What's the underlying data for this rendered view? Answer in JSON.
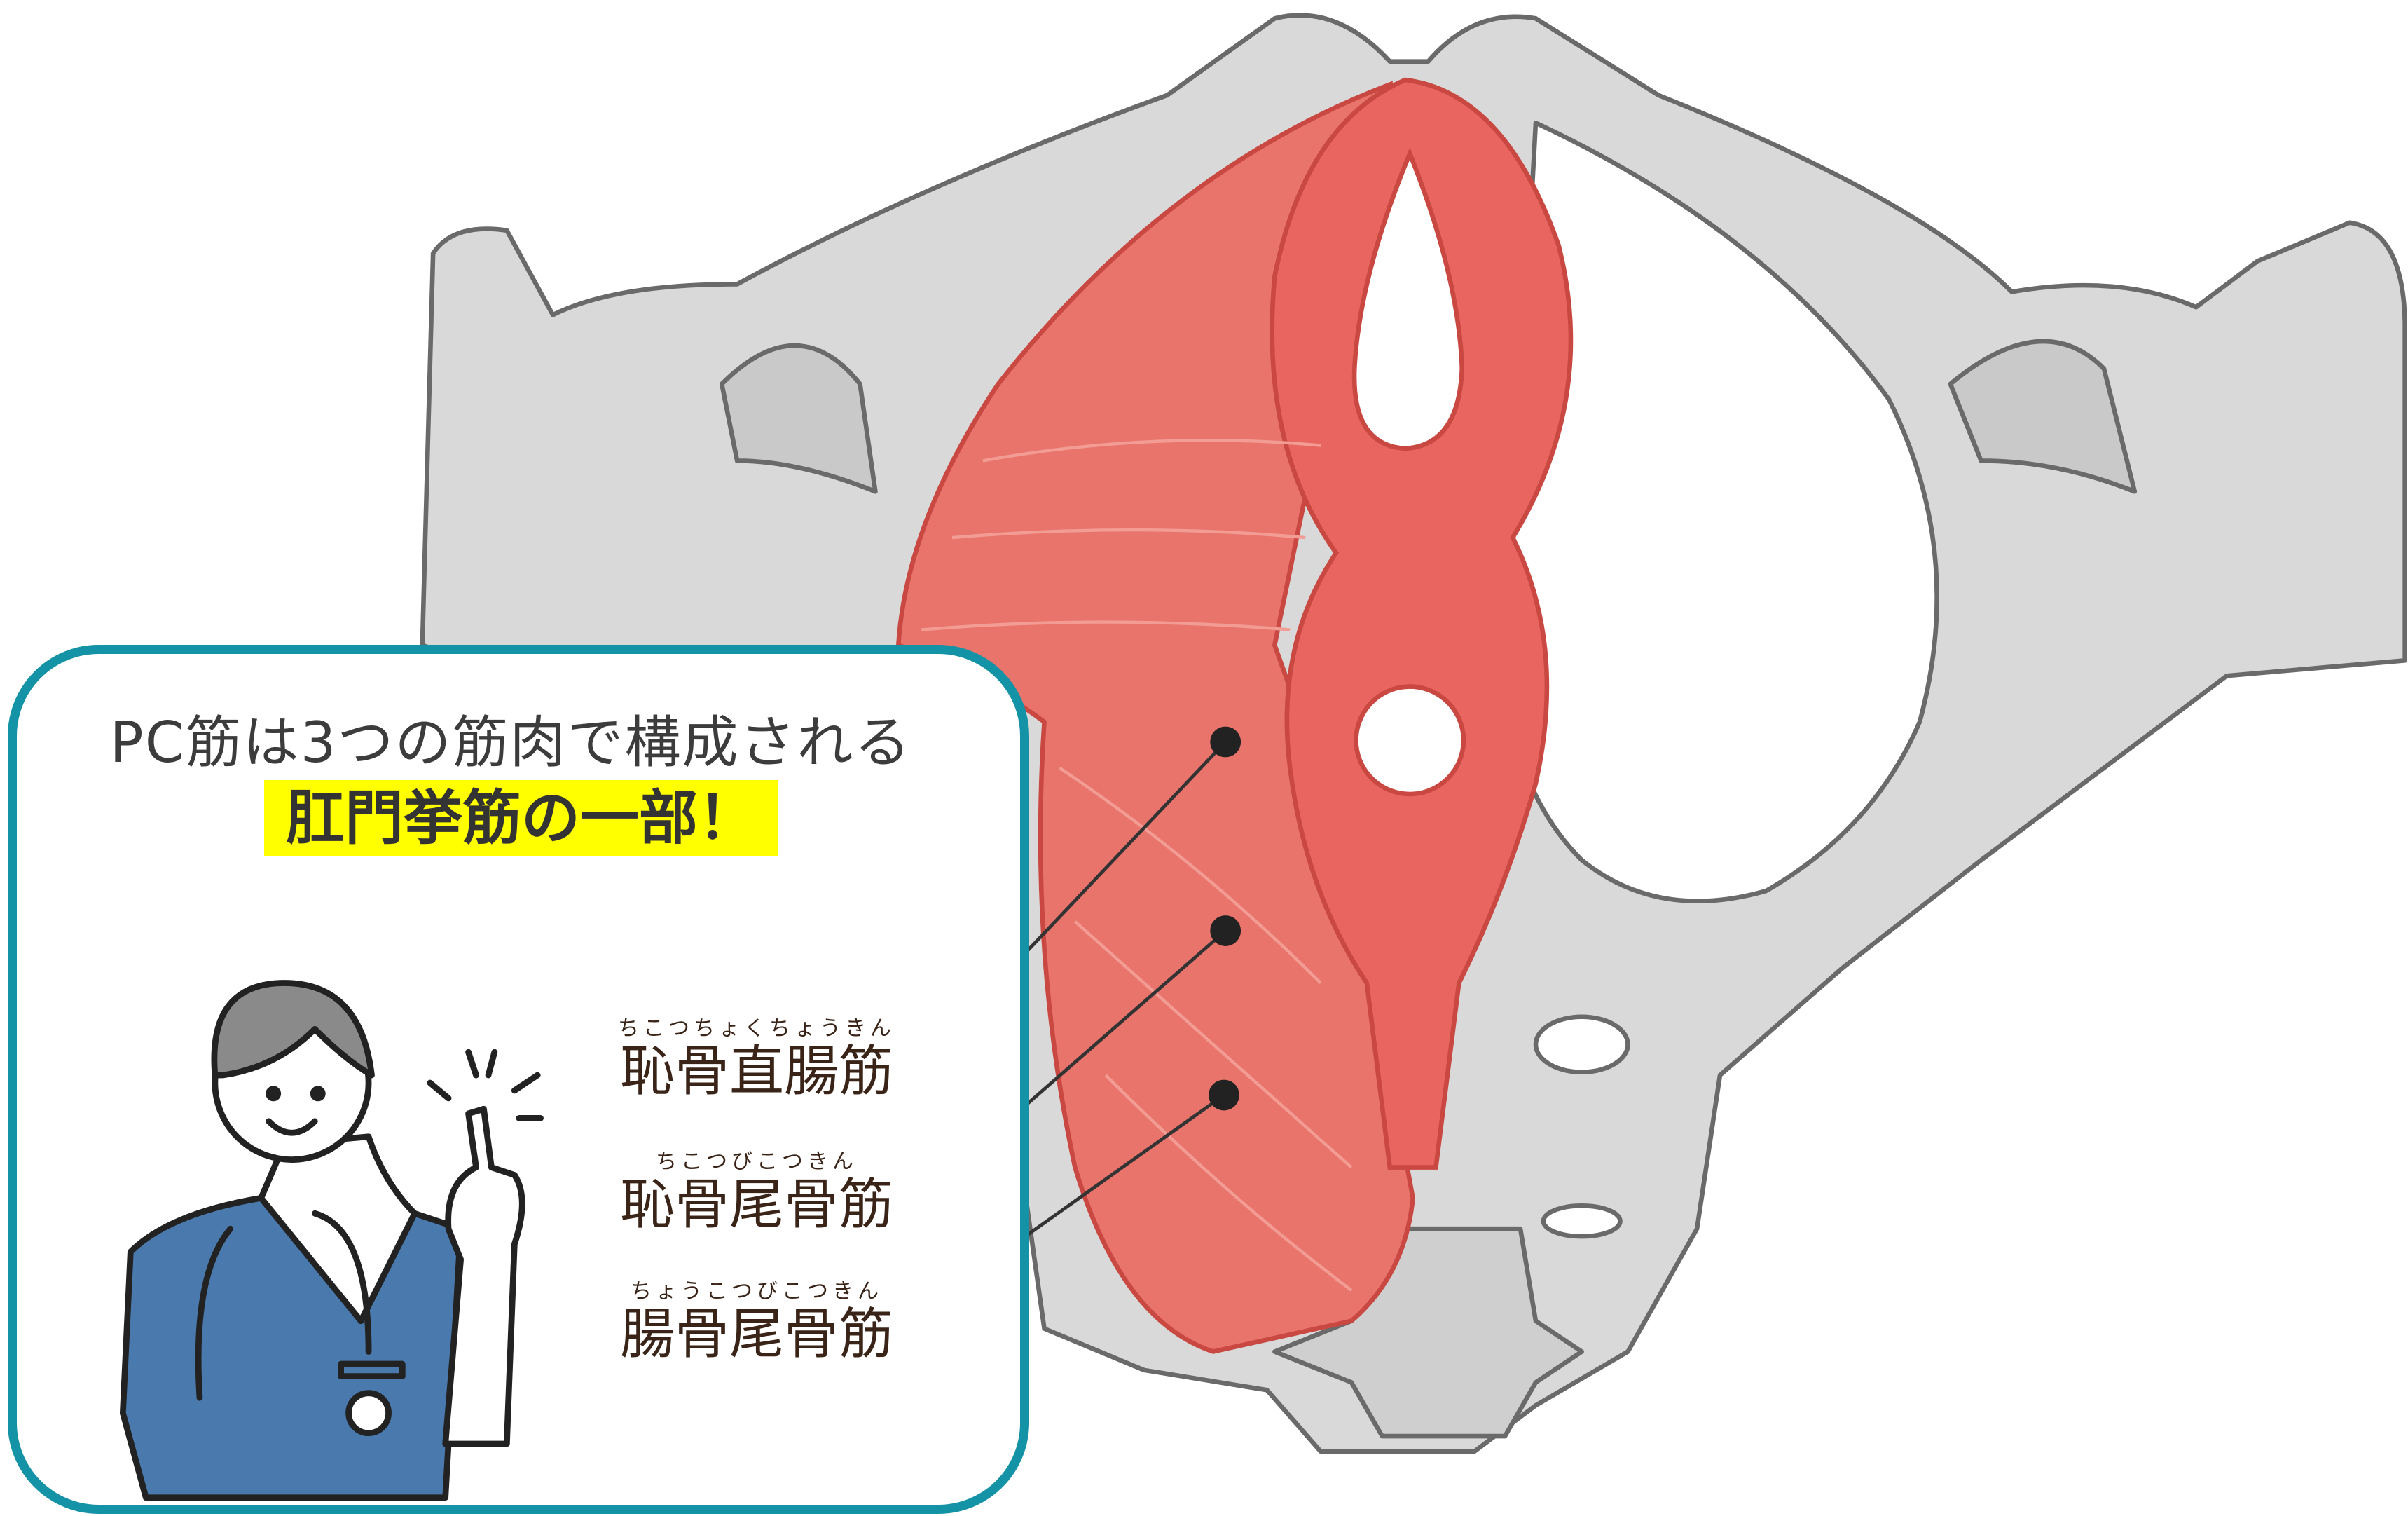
{
  "callout": {
    "title_line1": "PC筋は3つの筋肉で構成される",
    "title_line2": "肛門挙筋の一部！",
    "highlight_color": "#ffff00",
    "border_color": "#1593a6"
  },
  "labels": [
    {
      "ruby": "ちこつちょくちょうきん",
      "name": "恥骨直腸筋"
    },
    {
      "ruby": "ちこつびこつきん",
      "name": "恥骨尾骨筋"
    },
    {
      "ruby": "ちょうこつびこつきん",
      "name": "腸骨尾骨筋"
    }
  ],
  "colors": {
    "muscle": "#e8665f",
    "bone": "#d9d9d9",
    "scrubs": "#4a7aad"
  }
}
